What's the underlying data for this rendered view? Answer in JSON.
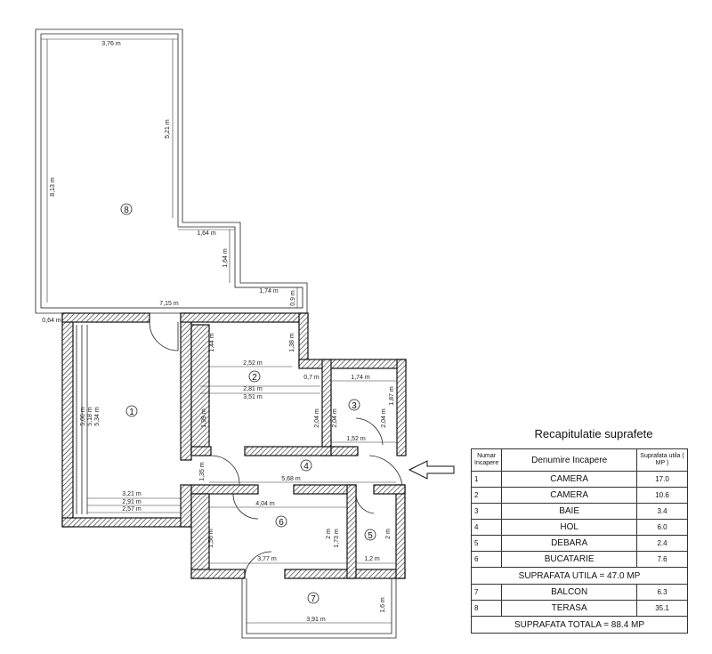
{
  "plan": {
    "rooms": [
      "1",
      "2",
      "3",
      "4",
      "5",
      "6",
      "7",
      "8"
    ],
    "dimensions": {
      "terasa_width": "3,76 m",
      "terasa_height": "8,13 m",
      "terasa_inner": "5,21 m",
      "step_1": "1,64 m",
      "step_2": "1,64 m",
      "step_3": "1,74 m",
      "step_4": "0,9 m",
      "terasa_bottom": "7,15 m",
      "terasa_corner": "0,64 m",
      "room1_h1": "5,06 m",
      "room1_h2": "5,18 m",
      "room1_h3": "5,34 m",
      "room1_w1": "3,21 m",
      "room1_w2": "2,91 m",
      "room1_w3": "2,57 m",
      "room2_top_h": "1,44 m",
      "room2_right_h": "1,38 m",
      "room2_w1": "2,52 m",
      "room2_w2": "2,81 m",
      "room2_w3": "3,51 m",
      "room2_notch": "0,7 m",
      "room2_left_h": "1,99 m",
      "room2_right_h2": "2,04 m",
      "room3_w1": "1,74 m",
      "room3_h1": "1,87 m",
      "room3_h2": "2,04 m",
      "room3_h3": "2,04 m",
      "room3_w2": "1,52 m",
      "hol_left": "1,35 m",
      "hol_w": "5,68 m",
      "room6_w1": "4,04 m",
      "room6_h1": "1,56 m",
      "room6_w2": "3,77 m",
      "room6_h2": "2 m",
      "room6_h3": "1,73 m",
      "room5_h": "2 m",
      "room5_w": "1,2 m",
      "balcon_w": "3,91 m",
      "balcon_h": "1,6 m"
    }
  },
  "summary": {
    "title": "Recapitulatie suprafete",
    "headers": {
      "num": "Numar Incapere",
      "name": "Denumire Incapere",
      "area": "Suprafata utila ( MP )"
    },
    "rows": [
      {
        "num": "1",
        "name": "CAMERA",
        "area": "17.0"
      },
      {
        "num": "2",
        "name": "CAMERA",
        "area": "10.6"
      },
      {
        "num": "3",
        "name": "BAIE",
        "area": "3.4"
      },
      {
        "num": "4",
        "name": "HOL",
        "area": "6.0"
      },
      {
        "num": "5",
        "name": "DEBARA",
        "area": "2.4"
      },
      {
        "num": "6",
        "name": "BUCATARIE",
        "area": "7.6"
      }
    ],
    "utila_total": "SUPRAFATA UTILA = 47.0 MP",
    "rows2": [
      {
        "num": "7",
        "name": "BALCON",
        "area": "6.3"
      },
      {
        "num": "8",
        "name": "TERASA",
        "area": "35.1"
      }
    ],
    "grand_total": "SUPRAFATA TOTALA = 88.4 MP"
  }
}
